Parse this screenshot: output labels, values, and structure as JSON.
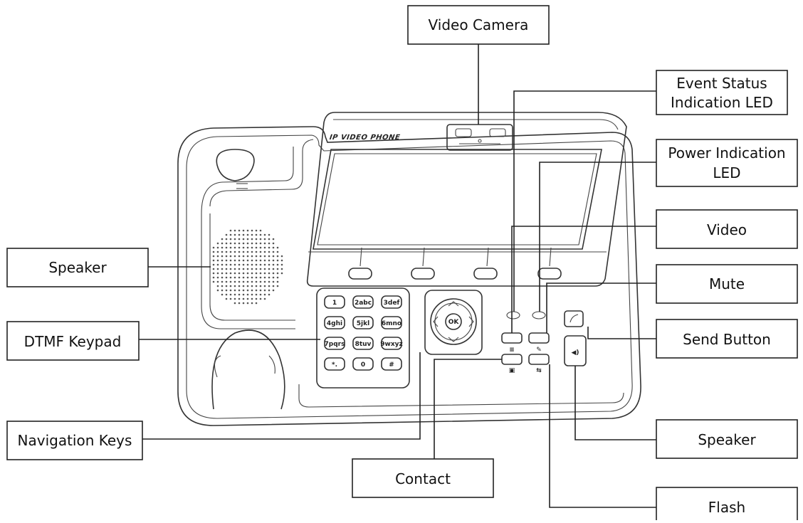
{
  "phone": {
    "brand_label": "IP VIDEO PHONE",
    "keypad": [
      "1",
      "2abc",
      "3def",
      "4ghi",
      "5jkl",
      "6mno",
      "7pqrs",
      "8tuv",
      "9wxyz",
      "*.",
      "0",
      "#"
    ],
    "ok_label": "OK"
  },
  "labels": {
    "video_camera": "Video Camera",
    "event_status_line1": "Event Status",
    "event_status_line2": "Indication LED",
    "power_indication_line1": "Power Indication",
    "power_indication_line2": "LED",
    "video": "Video",
    "mute": "Mute",
    "send_button": "Send Button",
    "speaker_right": "Speaker",
    "flash": "Flash",
    "speaker_left": "Speaker",
    "dtmf_keypad": "DTMF Keypad",
    "navigation_keys": "Navigation Keys",
    "contact": "Contact"
  }
}
